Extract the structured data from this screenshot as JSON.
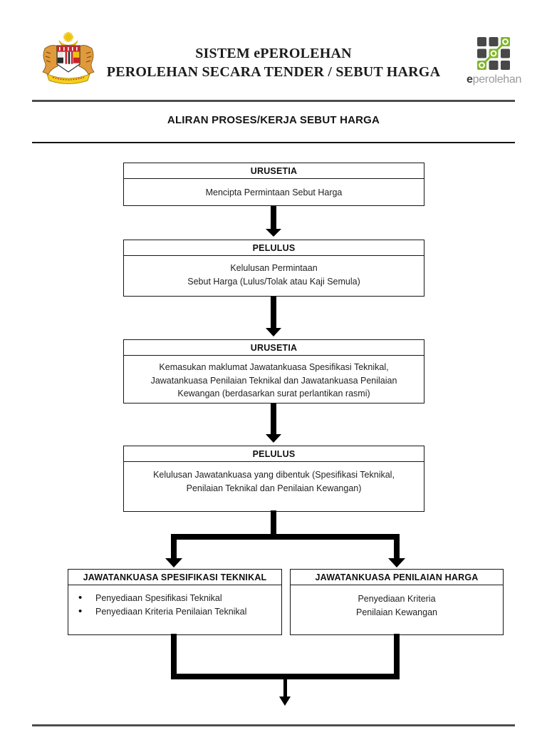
{
  "header": {
    "title_line1": "SISTEM ePEROLEHAN",
    "title_line2": "PEROLEHAN SECARA TENDER / SEBUT HARGA",
    "coat_of_arms_icon": "jata-negara-malaysia",
    "eperolehan_logo": {
      "icon": "eperolehan-grid-logo",
      "text_bold": "e",
      "text_rest": "perolehan",
      "green": "#7fb52b",
      "dark": "#484848"
    }
  },
  "section": {
    "title": "ALIRAN PROSES/KERJA SEBUT HARGA"
  },
  "colors": {
    "flow_line": "#000000",
    "box_border": "#161616",
    "rule_gray": "#4d4d4d"
  },
  "flowchart": {
    "boxes": [
      {
        "header": "URUSETIA",
        "lines": [
          "Mencipta Permintaan Sebut Harga"
        ]
      },
      {
        "header": "PELULUS",
        "lines": [
          "Kelulusan Permintaan",
          "Sebut Harga (Lulus/Tolak atau Kaji Semula)"
        ]
      },
      {
        "header": "URUSETIA",
        "lines": [
          "Kemasukan maklumat Jawatankuasa Spesifikasi Teknikal,",
          "Jawatankuasa Penilaian Teknikal dan Jawatankuasa Penilaian",
          "Kewangan (berdasarkan surat perlantikan rasmi)"
        ]
      },
      {
        "header": "PELULUS",
        "lines": [
          "Kelulusan Jawatankuasa yang dibentuk (Spesifikasi Teknikal,",
          "Penilaian Teknikal dan Penilaian Kewangan)"
        ]
      },
      {
        "header": "JAWATANKUASA SPESIFIKASI TEKNIKAL",
        "bullets": [
          "Penyediaan Spesifikasi Teknikal",
          "Penyediaan Kriteria Penilaian Teknikal"
        ]
      },
      {
        "header": "JAWATANKUASA PENILAIAN HARGA",
        "lines": [
          "Penyediaan Kriteria",
          "Penilaian Kewangan"
        ]
      }
    ]
  }
}
